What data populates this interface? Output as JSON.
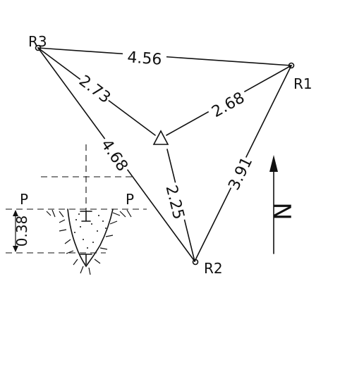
{
  "stations": {
    "r1": "R1",
    "r2": "R2",
    "r3": "R3"
  },
  "distances": {
    "r3_r1": "4.56",
    "r3_center": "2.73",
    "r1_center": "2.68",
    "r3_r2": "4.68",
    "center_r2": "2.25",
    "r1_r2": "3.91"
  },
  "north_label": "N",
  "section": {
    "left_mark": "P",
    "right_mark": "P",
    "depth": "0.38"
  }
}
